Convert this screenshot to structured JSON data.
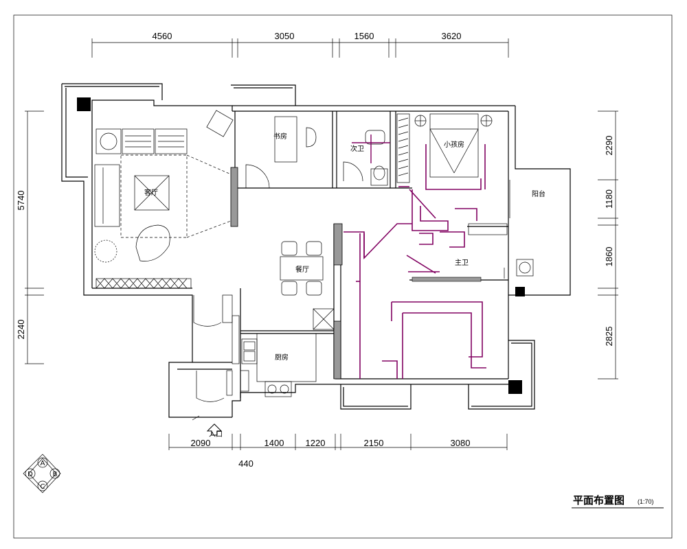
{
  "dimensions": {
    "top": [
      "4560",
      "3050",
      "1560",
      "3620"
    ],
    "bottom": [
      "2090",
      "1400",
      "1220",
      "2150",
      "3080"
    ],
    "bottom_extra": "440",
    "left": [
      "5740",
      "2240"
    ],
    "right": [
      "2290",
      "1180",
      "1860",
      "2825"
    ]
  },
  "rooms": {
    "living": "客厅",
    "study": "书房",
    "second_bath": "次卫",
    "kids_room": "小孩房",
    "balcony": "阳台",
    "dining": "餐厅",
    "master_bath": "主卫",
    "kitchen": "厨房",
    "entrance": "入口"
  },
  "compass": [
    "A",
    "B",
    "C",
    "D"
  ],
  "title": {
    "main": "平面布置图",
    "scale": "(1:70)"
  }
}
